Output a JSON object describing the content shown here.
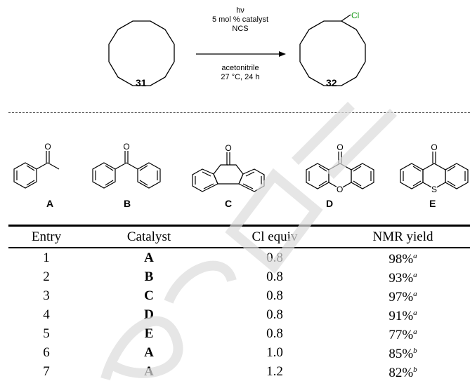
{
  "scheme": {
    "reactant_label": "31",
    "product_label": "32",
    "product_substituent": "Cl",
    "conditions_above": [
      "hν",
      "5 mol % catalyst",
      "NCS"
    ],
    "conditions_below": [
      "acetonitrile",
      "27 °C, 24 h"
    ]
  },
  "catalyst_structures": [
    {
      "letter": "A",
      "heteroatom": ""
    },
    {
      "letter": "B",
      "heteroatom": ""
    },
    {
      "letter": "C",
      "heteroatom": ""
    },
    {
      "letter": "D",
      "heteroatom": "O"
    },
    {
      "letter": "E",
      "heteroatom": "S"
    }
  ],
  "table": {
    "headers": [
      "Entry",
      "Catalyst",
      "Cl equiv",
      "NMR yield"
    ],
    "rows": [
      {
        "entry": "1",
        "catalyst": "A",
        "cl_equiv": "0.8",
        "yield": "98%",
        "note": "a"
      },
      {
        "entry": "2",
        "catalyst": "B",
        "cl_equiv": "0.8",
        "yield": "93%",
        "note": "a"
      },
      {
        "entry": "3",
        "catalyst": "C",
        "cl_equiv": "0.8",
        "yield": "97%",
        "note": "a"
      },
      {
        "entry": "4",
        "catalyst": "D",
        "cl_equiv": "0.8",
        "yield": "91%",
        "note": "a"
      },
      {
        "entry": "5",
        "catalyst": "E",
        "cl_equiv": "0.8",
        "yield": "77%",
        "note": "a"
      },
      {
        "entry": "6",
        "catalyst": "A",
        "cl_equiv": "1.0",
        "yield": "85%",
        "note": "b"
      },
      {
        "entry": "7",
        "catalyst": "A",
        "cl_equiv": "1.2",
        "yield": "82%",
        "note": "b"
      }
    ]
  },
  "colors": {
    "chlorine": "#1a9a1a",
    "watermark": "#d8d8d8",
    "rule": "#000000"
  }
}
